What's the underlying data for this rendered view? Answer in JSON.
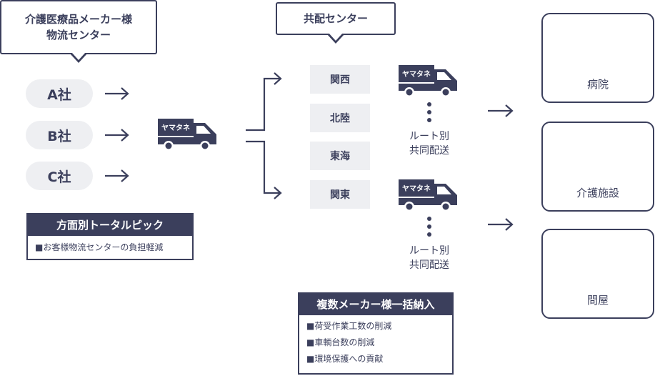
{
  "maker_bubble": {
    "line1": "介護医療品メーカー様",
    "line2": "物流センター"
  },
  "shared_bubble": {
    "label": "共配センター"
  },
  "companies": [
    "A社",
    "B社",
    "C社"
  ],
  "truck_label": "ヤマタネ",
  "regions": [
    "関西",
    "北陸",
    "東海",
    "関東"
  ],
  "routes": [
    {
      "line1": "ルート別",
      "line2": "共同配送"
    },
    {
      "line1": "ルート別",
      "line2": "共同配送"
    }
  ],
  "destinations": [
    "病院",
    "介護施設",
    "問屋"
  ],
  "pick_box": {
    "title": "方面別トータルピック",
    "items": [
      "■お客様物流センターの負担軽減"
    ]
  },
  "bulk_box": {
    "title": "複数メーカー様一括納入",
    "items": [
      "■荷受作業工数の削減",
      "■車輌台数の削減",
      "■環境保護への貢献"
    ]
  },
  "colors": {
    "navy": "#3b3f5c",
    "light": "#eeeff2"
  }
}
